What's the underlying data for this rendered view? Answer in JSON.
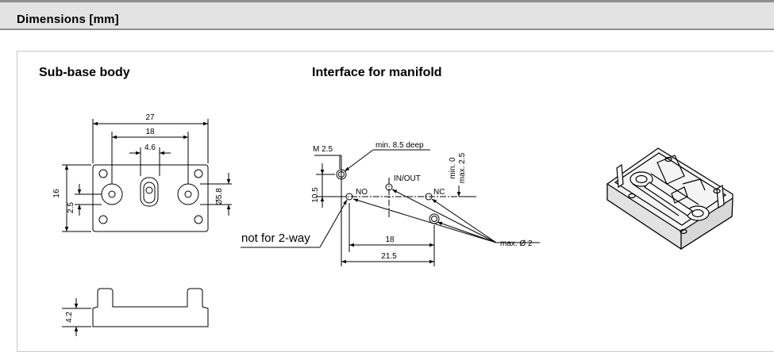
{
  "header": {
    "title": "Dimensions [mm]"
  },
  "sections": {
    "subbase": {
      "title": "Sub-base body"
    },
    "interface": {
      "title": "Interface for manifold"
    }
  },
  "subbase_dims": {
    "width": "27",
    "hole_spacing": "18",
    "slot_width": "4.6",
    "height": "16",
    "offset": "2.5",
    "port_diameter": "Ø5.8",
    "side_height": "4.2"
  },
  "interface_dims": {
    "thread": "M 2.5",
    "depth": "min. 8.5 deep",
    "port_in_out": "IN/OUT",
    "port_no": "NO",
    "port_nc": "NC",
    "min": "min. 0",
    "max": "max. 2.5",
    "vertical": "10.5",
    "spacing_18": "18",
    "spacing_21_5": "21.5",
    "max_diameter": "max. Ø 2",
    "note": "not for 2-way"
  }
}
